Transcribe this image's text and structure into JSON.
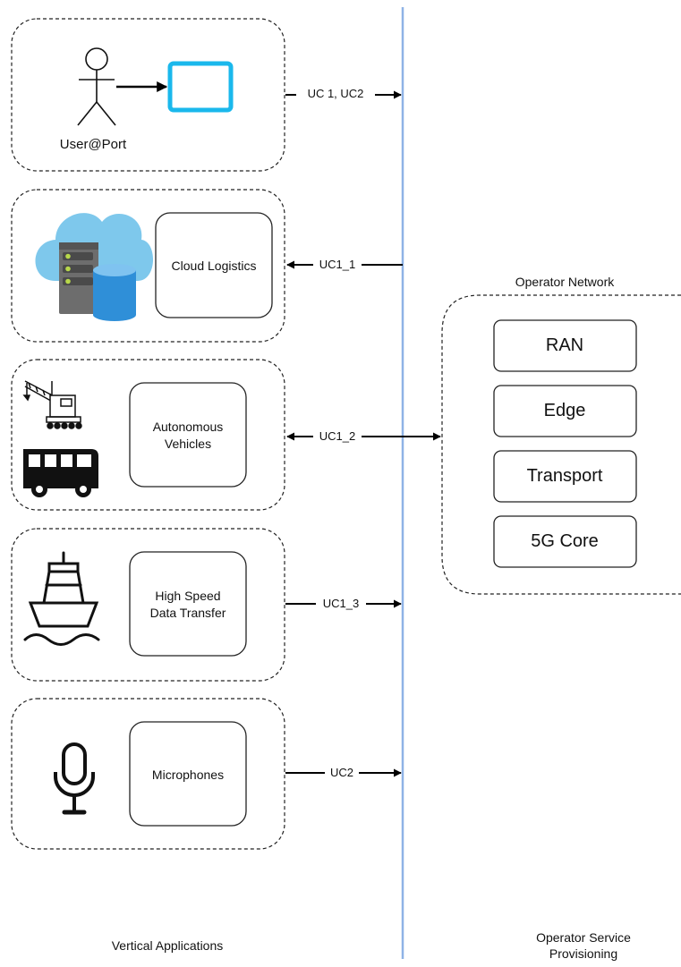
{
  "use_cases": {
    "user_port": {
      "actor_label": "User@Port",
      "link_label": "UC 1, UC2"
    },
    "cloud_logistics": {
      "box_label": "Cloud Logistics",
      "link_label": "UC1_1"
    },
    "autonomous_vehicles": {
      "box_line1": "Autonomous",
      "box_line2": "Vehicles",
      "link_label": "UC1_2"
    },
    "high_speed": {
      "box_line1": "High Speed",
      "box_line2": "Data Transfer",
      "link_label": "UC1_3"
    },
    "microphones": {
      "box_label": "Microphones",
      "link_label": "UC2"
    }
  },
  "operator_network": {
    "title": "Operator Network",
    "components": [
      "RAN",
      "Edge",
      "Transport",
      "5G Core"
    ]
  },
  "footer": {
    "left": "Vertical Applications",
    "right_line1": "Operator Service",
    "right_line2": "Provisioning"
  },
  "colors": {
    "divider_line": "#8fb3e6",
    "tablet": "#1ab8ec",
    "cloud": "#7ec8ec",
    "server": "#6d6d6d",
    "database": "#2f8fd8",
    "led": "#b8d84a"
  },
  "icons": [
    "person-icon",
    "tablet-icon",
    "cloud-server-icon",
    "crane-icon",
    "bus-icon",
    "boat-icon",
    "microphone-icon"
  ]
}
